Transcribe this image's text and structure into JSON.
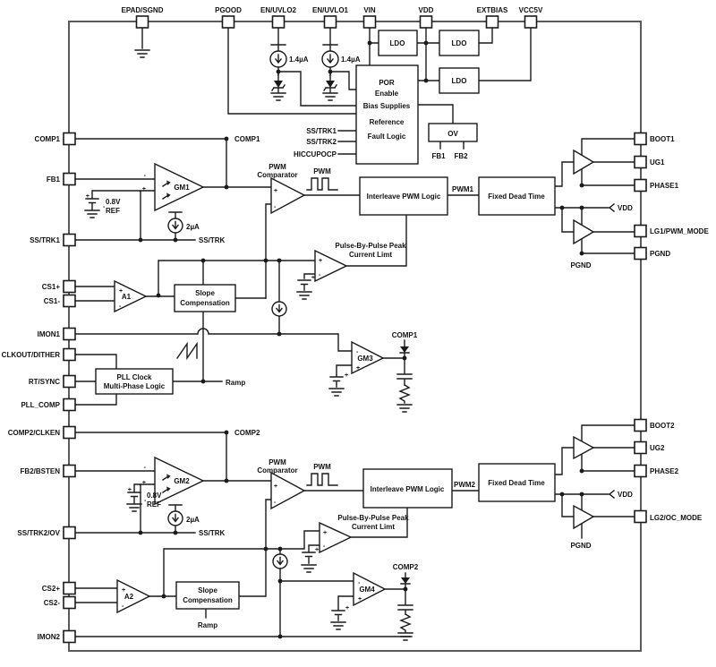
{
  "pins": {
    "top": [
      "EPAD/SGND",
      "PGOOD",
      "EN/UVLO2",
      "EN/UVLO1",
      "VIN",
      "VDD",
      "EXTBIAS",
      "VCC5V"
    ],
    "left": [
      "COMP1",
      "FB1",
      "SS/TRK1",
      "CS1+",
      "CS1-",
      "IMON1",
      "CLKOUT/DITHER",
      "RT/SYNC",
      "PLL_COMP",
      "COMP2/CLKEN",
      "FB2/BSTEN",
      "SS/TRK2/OV",
      "CS2+",
      "CS2-",
      "IMON2"
    ],
    "right": [
      "BOOT1",
      "UG1",
      "PHASE1",
      "LG1/PWM_MODE",
      "PGND",
      "BOOT2",
      "UG2",
      "PHASE2",
      "LG2/OC_MODE"
    ]
  },
  "blocks": {
    "ldo": "LDO",
    "por": [
      "POR",
      "Enable",
      "Bias Supplies",
      "Reference",
      "Fault Logic"
    ],
    "por_inputs": [
      "SS/TRK1",
      "SS/TRK2",
      "HICCUPOCP"
    ],
    "ov": "OV",
    "pwm_comparator": [
      "PWM",
      "Comparator"
    ],
    "interleave": "Interleave PWM Logic",
    "fixed_dead_time": "Fixed Dead Time",
    "current_limit": [
      "Pulse-By-Pulse Peak",
      "Current Limt"
    ],
    "slope": [
      "Slope",
      "Compensation"
    ],
    "pll": [
      "PLL Clock",
      "Multi-Phase Logic"
    ]
  },
  "amplifiers": {
    "gm1": "GM1",
    "gm2": "GM2",
    "gm3": "GM3",
    "gm4": "GM4",
    "a1": "A1",
    "a2": "A2"
  },
  "net_labels": {
    "comp1": "COMP1",
    "comp2": "COMP2",
    "ss_trk": "SS/TRK",
    "ramp": "Ramp",
    "pwm": "PWM",
    "pwm1": "PWM1",
    "pwm2": "PWM2",
    "vdd": "VDD",
    "pgnd": "PGND",
    "fb1": "FB1",
    "fb2": "FB2"
  },
  "values": {
    "en_current": "1.4µA",
    "ss_current": "2µA",
    "ref_voltage": "0.8V",
    "ref_label": "REF"
  },
  "signs": {
    "plus": "+",
    "minus": "-"
  },
  "colors": {
    "line": "#1a1a1a",
    "border": "#5a5a5a",
    "background": "#ffffff"
  }
}
